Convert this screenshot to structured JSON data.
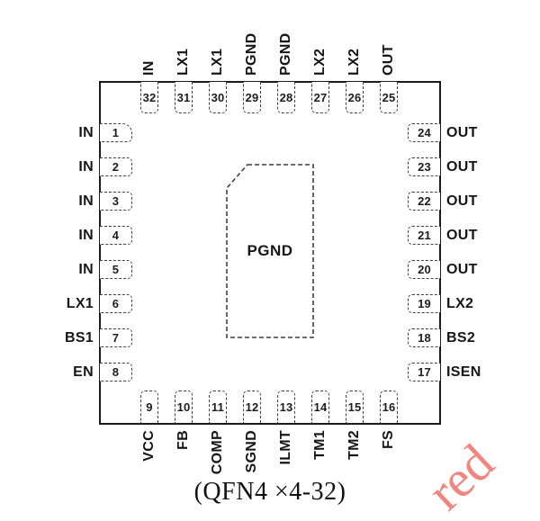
{
  "figure": {
    "caption": "(QFN4 ×4-32)",
    "center_pad_label": "PGND"
  },
  "pins": {
    "top": [
      {
        "number": "32",
        "label": "IN"
      },
      {
        "number": "31",
        "label": "LX1"
      },
      {
        "number": "30",
        "label": "LX1"
      },
      {
        "number": "29",
        "label": "PGND"
      },
      {
        "number": "28",
        "label": "PGND"
      },
      {
        "number": "27",
        "label": "LX2"
      },
      {
        "number": "26",
        "label": "LX2"
      },
      {
        "number": "25",
        "label": "OUT"
      }
    ],
    "left": [
      {
        "number": "1",
        "label": "IN"
      },
      {
        "number": "2",
        "label": "IN"
      },
      {
        "number": "3",
        "label": "IN"
      },
      {
        "number": "4",
        "label": "IN"
      },
      {
        "number": "5",
        "label": "IN"
      },
      {
        "number": "6",
        "label": "LX1"
      },
      {
        "number": "7",
        "label": "BS1"
      },
      {
        "number": "8",
        "label": "EN"
      }
    ],
    "right": [
      {
        "number": "24",
        "label": "OUT"
      },
      {
        "number": "23",
        "label": "OUT"
      },
      {
        "number": "22",
        "label": "OUT"
      },
      {
        "number": "21",
        "label": "OUT"
      },
      {
        "number": "20",
        "label": "OUT"
      },
      {
        "number": "19",
        "label": "LX2"
      },
      {
        "number": "18",
        "label": "BS2"
      },
      {
        "number": "17",
        "label": "ISEN"
      }
    ],
    "bottom": [
      {
        "number": "9",
        "label": "VCC"
      },
      {
        "number": "10",
        "label": "FB"
      },
      {
        "number": "11",
        "label": "COMP"
      },
      {
        "number": "12",
        "label": "SGND"
      },
      {
        "number": "13",
        "label": "ILMT"
      },
      {
        "number": "14",
        "label": "TM1"
      },
      {
        "number": "15",
        "label": "TM2"
      },
      {
        "number": "16",
        "label": "FS"
      }
    ]
  },
  "watermark": {
    "text": "red",
    "color": "#f2857f"
  },
  "colors": {
    "outline": "#1b1b1b",
    "dashed": "#3f3f3f",
    "text": "#161616",
    "background": "#ffffff"
  }
}
